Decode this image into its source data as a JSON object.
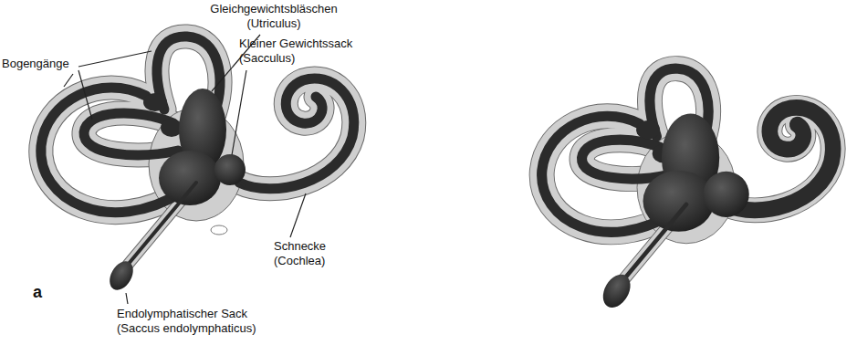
{
  "diagram": {
    "labels": [
      "Gleichgewichtsbläschen (Utriculus)",
      "Bogengänge",
      "Kleiner Gewichtssack (Sacculus)",
      "Schnecke (Cochlea)",
      "a",
      "Endolymphatischer Sack (Saccus endolymphaticus)"
    ]
  }
}
